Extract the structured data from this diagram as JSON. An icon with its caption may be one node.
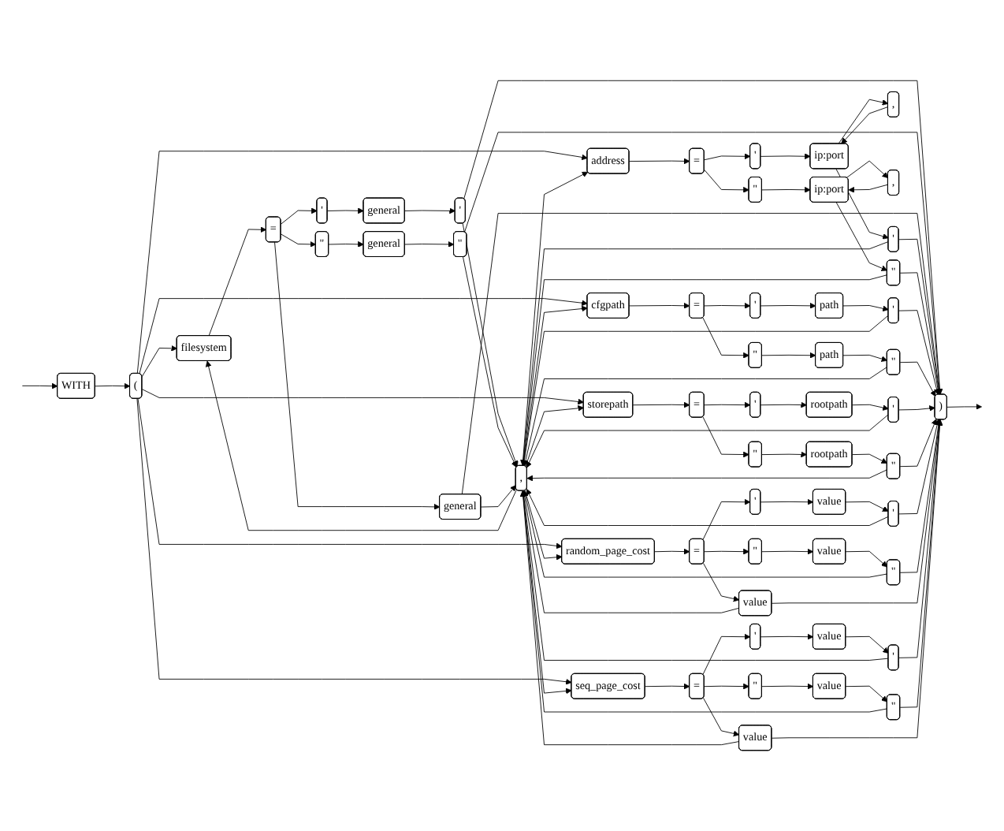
{
  "diagram": {
    "nodes": [
      {
        "text": [
          "WITH"
        ]
      },
      {
        "text": [
          "("
        ]
      },
      {
        "text": [
          "filesystem"
        ]
      },
      {
        "text": [
          "="
        ]
      },
      {
        "text": [
          "'"
        ]
      },
      {
        "text": [
          "general"
        ]
      },
      {
        "text": [
          "'"
        ]
      },
      {
        "text": [
          "\""
        ]
      },
      {
        "text": [
          "general"
        ]
      },
      {
        "text": [
          "\""
        ]
      },
      {
        "text": [
          "general"
        ]
      },
      {
        "text": [
          ")"
        ]
      },
      {
        "text": [
          "address"
        ]
      },
      {
        "text": [
          "="
        ]
      },
      {
        "text": [
          "'"
        ]
      },
      {
        "text": [
          "ip:port"
        ]
      },
      {
        "text": [
          "'"
        ]
      },
      {
        "text": [
          ","
        ]
      },
      {
        "text": [
          "\""
        ]
      },
      {
        "text": [
          "ip:port"
        ]
      },
      {
        "text": [
          "\""
        ]
      },
      {
        "text": [
          ","
        ]
      },
      {
        "text": [
          "cfgpath"
        ]
      },
      {
        "text": [
          "="
        ]
      },
      {
        "text": [
          "'"
        ]
      },
      {
        "text": [
          "path"
        ]
      },
      {
        "text": [
          "'"
        ]
      },
      {
        "text": [
          "\""
        ]
      },
      {
        "text": [
          "path"
        ]
      },
      {
        "text": [
          "\""
        ]
      },
      {
        "text": [
          "storepath"
        ]
      },
      {
        "text": [
          "="
        ]
      },
      {
        "text": [
          "'"
        ]
      },
      {
        "text": [
          "rootpath"
        ]
      },
      {
        "text": [
          "'"
        ]
      },
      {
        "text": [
          "\""
        ]
      },
      {
        "text": [
          "rootpath"
        ]
      },
      {
        "text": [
          "\""
        ]
      },
      {
        "text": [
          "random_page_cost"
        ]
      },
      {
        "text": [
          "="
        ]
      },
      {
        "text": [
          "'"
        ]
      },
      {
        "text": [
          "value"
        ]
      },
      {
        "text": [
          "'"
        ]
      },
      {
        "text": [
          "\""
        ]
      },
      {
        "text": [
          "value"
        ]
      },
      {
        "text": [
          "\""
        ]
      },
      {
        "text": [
          "value"
        ]
      },
      {
        "text": [
          "seq_page_cost"
        ]
      },
      {
        "text": [
          "="
        ]
      },
      {
        "text": [
          "'"
        ]
      },
      {
        "text": [
          "value"
        ]
      },
      {
        "text": [
          "'"
        ]
      },
      {
        "text": [
          "\""
        ]
      },
      {
        "text": [
          "value"
        ]
      },
      {
        "text": [
          "\""
        ]
      },
      {
        "text": [
          "value"
        ]
      },
      {
        "text": [
          ","
        ]
      }
    ],
    "edges": [
      {
        "from": null,
        "to": 0,
        "arrow": "to"
      },
      {
        "from": 0,
        "to": 1,
        "arrow": "to"
      },
      {
        "from": 1,
        "to": 2,
        "arrow": "to"
      },
      {
        "from": 1,
        "to": 12,
        "arrow": "to"
      },
      {
        "from": 1,
        "to": 22,
        "arrow": "to"
      },
      {
        "from": 1,
        "to": 30,
        "arrow": "to"
      },
      {
        "from": 1,
        "to": 38,
        "arrow": "to"
      },
      {
        "from": 1,
        "to": 47,
        "arrow": "to"
      },
      {
        "from": 2,
        "to": 3,
        "arrow": "to"
      },
      {
        "from": 3,
        "to": 4,
        "arrow": "to"
      },
      {
        "from": 4,
        "to": 5,
        "arrow": "to"
      },
      {
        "from": 5,
        "to": 6,
        "arrow": "to"
      },
      {
        "from": 3,
        "to": 7,
        "arrow": "to"
      },
      {
        "from": 7,
        "to": 8,
        "arrow": "to"
      },
      {
        "from": 8,
        "to": 9,
        "arrow": "to"
      },
      {
        "from": 3,
        "to": 10,
        "arrow": "to"
      },
      {
        "from": 12,
        "to": 13,
        "arrow": "to"
      },
      {
        "from": 13,
        "to": 14,
        "arrow": "to"
      },
      {
        "from": 14,
        "to": 15,
        "arrow": "to"
      },
      {
        "from": 15,
        "to": 16,
        "arrow": "to"
      },
      {
        "from": 15,
        "to": 17,
        "arrow": "to"
      },
      {
        "from": 17,
        "to": 15,
        "arrow": "to"
      },
      {
        "from": 13,
        "to": 18,
        "arrow": "to"
      },
      {
        "from": 18,
        "to": 19,
        "arrow": "to"
      },
      {
        "from": 19,
        "to": 20,
        "arrow": "to"
      },
      {
        "from": 19,
        "to": 21,
        "arrow": "to"
      },
      {
        "from": 21,
        "to": 19,
        "arrow": "to"
      },
      {
        "from": 22,
        "to": 23,
        "arrow": "to"
      },
      {
        "from": 23,
        "to": 24,
        "arrow": "to"
      },
      {
        "from": 24,
        "to": 25,
        "arrow": "to"
      },
      {
        "from": 25,
        "to": 26,
        "arrow": "to"
      },
      {
        "from": 23,
        "to": 27,
        "arrow": "to"
      },
      {
        "from": 27,
        "to": 28,
        "arrow": "to"
      },
      {
        "from": 28,
        "to": 29,
        "arrow": "to"
      },
      {
        "from": 30,
        "to": 31,
        "arrow": "to"
      },
      {
        "from": 31,
        "to": 32,
        "arrow": "to"
      },
      {
        "from": 32,
        "to": 33,
        "arrow": "to"
      },
      {
        "from": 33,
        "to": 34,
        "arrow": "to"
      },
      {
        "from": 31,
        "to": 35,
        "arrow": "to"
      },
      {
        "from": 35,
        "to": 36,
        "arrow": "to"
      },
      {
        "from": 36,
        "to": 37,
        "arrow": "to"
      },
      {
        "from": 38,
        "to": 39,
        "arrow": "to"
      },
      {
        "from": 39,
        "to": 40,
        "arrow": "to"
      },
      {
        "from": 40,
        "to": 41,
        "arrow": "to"
      },
      {
        "from": 41,
        "to": 42,
        "arrow": "to"
      },
      {
        "from": 39,
        "to": 43,
        "arrow": "to"
      },
      {
        "from": 43,
        "to": 44,
        "arrow": "to"
      },
      {
        "from": 44,
        "to": 45,
        "arrow": "to"
      },
      {
        "from": 39,
        "to": 46,
        "arrow": "to"
      },
      {
        "from": 47,
        "to": 48,
        "arrow": "to"
      },
      {
        "from": 48,
        "to": 49,
        "arrow": "to"
      },
      {
        "from": 49,
        "to": 50,
        "arrow": "to"
      },
      {
        "from": 50,
        "to": 51,
        "arrow": "to"
      },
      {
        "from": 48,
        "to": 52,
        "arrow": "to"
      },
      {
        "from": 52,
        "to": 53,
        "arrow": "to"
      },
      {
        "from": 53,
        "to": 54,
        "arrow": "to"
      },
      {
        "from": 48,
        "to": 55,
        "arrow": "to"
      },
      {
        "from": 6,
        "to": 11,
        "arrow": "to"
      },
      {
        "from": 9,
        "to": 11,
        "arrow": "to"
      },
      {
        "from": 10,
        "to": 11,
        "arrow": "to"
      },
      {
        "from": 16,
        "to": 11,
        "arrow": "to"
      },
      {
        "from": 20,
        "to": 11,
        "arrow": "to"
      },
      {
        "from": 26,
        "to": 11,
        "arrow": "to"
      },
      {
        "from": 29,
        "to": 11,
        "arrow": "to"
      },
      {
        "from": 34,
        "to": 11,
        "arrow": "to"
      },
      {
        "from": 37,
        "to": 11,
        "arrow": "to"
      },
      {
        "from": 42,
        "to": 11,
        "arrow": "to"
      },
      {
        "from": 45,
        "to": 11,
        "arrow": "to"
      },
      {
        "from": 46,
        "to": 11,
        "arrow": "to"
      },
      {
        "from": 51,
        "to": 11,
        "arrow": "to"
      },
      {
        "from": 54,
        "to": 11,
        "arrow": "to"
      },
      {
        "from": 55,
        "to": 11,
        "arrow": "to"
      },
      {
        "from": 6,
        "to": 56,
        "arrow": "to"
      },
      {
        "from": 9,
        "to": 56,
        "arrow": "to"
      },
      {
        "from": 10,
        "to": 56,
        "arrow": "to"
      },
      {
        "from": 16,
        "to": 56,
        "arrow": "to"
      },
      {
        "from": 20,
        "to": 56,
        "arrow": "to"
      },
      {
        "from": 26,
        "to": 56,
        "arrow": "to"
      },
      {
        "from": 29,
        "to": 56,
        "arrow": "to"
      },
      {
        "from": 34,
        "to": 56,
        "arrow": "to"
      },
      {
        "from": 37,
        "to": 56,
        "arrow": "to"
      },
      {
        "from": 42,
        "to": 56,
        "arrow": "to"
      },
      {
        "from": 45,
        "to": 56,
        "arrow": "to"
      },
      {
        "from": 46,
        "to": 56,
        "arrow": "to"
      },
      {
        "from": 51,
        "to": 56,
        "arrow": "to"
      },
      {
        "from": 54,
        "to": 56,
        "arrow": "to"
      },
      {
        "from": 55,
        "to": 56,
        "arrow": "to"
      },
      {
        "from": 56,
        "to": 2,
        "arrow": "to"
      },
      {
        "from": 56,
        "to": 12,
        "arrow": "to"
      },
      {
        "from": 56,
        "to": 22,
        "arrow": "to"
      },
      {
        "from": 56,
        "to": 30,
        "arrow": "to"
      },
      {
        "from": 56,
        "to": 38,
        "arrow": "to"
      },
      {
        "from": 56,
        "to": 47,
        "arrow": "to"
      },
      {
        "from": 11,
        "to": null,
        "arrow": "to"
      }
    ]
  }
}
